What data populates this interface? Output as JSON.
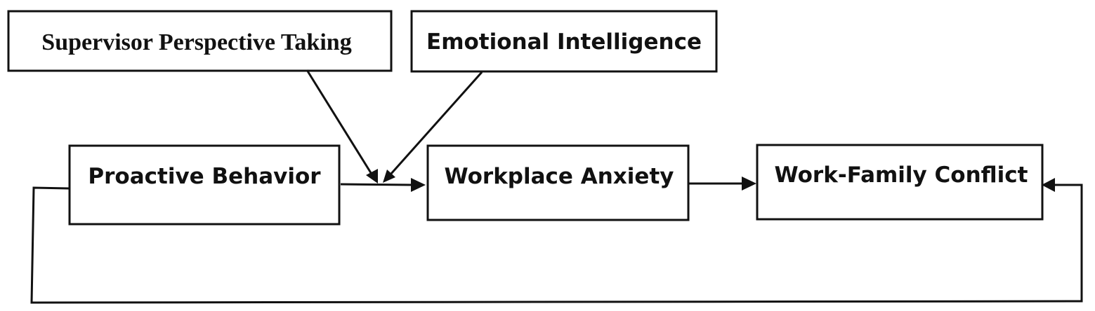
{
  "nodes": {
    "supervisor_perspective_taking": "Supervisor Perspective Taking",
    "emotional_intelligence": "Emotional Intelligence",
    "proactive_behavior": "Proactive Behavior",
    "workplace_anxiety": "Workplace Anxiety",
    "work_family_conflict": "Work-Family Conflict"
  },
  "colors": {
    "stroke": "#111111",
    "background": "#ffffff"
  }
}
